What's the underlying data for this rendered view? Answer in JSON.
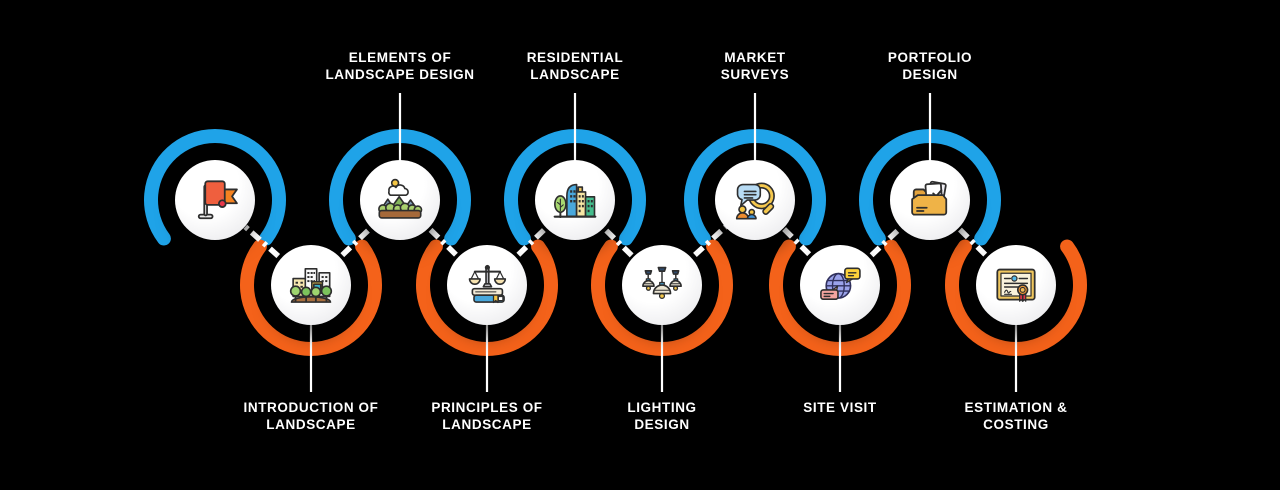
{
  "diagram": {
    "title_hidden": "",
    "colors": {
      "background": "#000000",
      "top_row_arc": "#1fa3e8",
      "bottom_row_arc": "#f4621a",
      "connector": "#ffffff",
      "label_text": "#ffffff"
    },
    "nodes": [
      {
        "name": "start",
        "row": "top",
        "label": "",
        "icon": "flag-icon"
      },
      {
        "name": "introduction-of-landscape",
        "row": "bottom",
        "label": "INTRODUCTION OF\nLANDSCAPE",
        "icon": "city-park-icon"
      },
      {
        "name": "elements-of-landscape-design",
        "row": "top",
        "label": "ELEMENTS OF\nLANDSCAPE DESIGN",
        "icon": "mountains-icon"
      },
      {
        "name": "principles-of-landscape",
        "row": "bottom",
        "label": "PRINCIPLES OF\nLANDSCAPE",
        "icon": "scales-books-icon"
      },
      {
        "name": "residential-landscape",
        "row": "top",
        "label": "RESIDENTIAL\nLANDSCAPE",
        "icon": "buildings-icon"
      },
      {
        "name": "lighting-design",
        "row": "bottom",
        "label": "LIGHTING\nDESIGN",
        "icon": "pendant-lamps-icon"
      },
      {
        "name": "market-surveys",
        "row": "top",
        "label": "MARKET\nSURVEYS",
        "icon": "magnifier-chat-icon"
      },
      {
        "name": "site-visit",
        "row": "bottom",
        "label": "SITE VISIT",
        "icon": "globe-chat-icon"
      },
      {
        "name": "portfolio-design",
        "row": "top",
        "label": "PORTFOLIO\nDESIGN",
        "icon": "folder-icon"
      },
      {
        "name": "estimation-costing",
        "row": "bottom",
        "label": "ESTIMATION &\nCOSTING",
        "icon": "certificate-icon"
      }
    ]
  }
}
